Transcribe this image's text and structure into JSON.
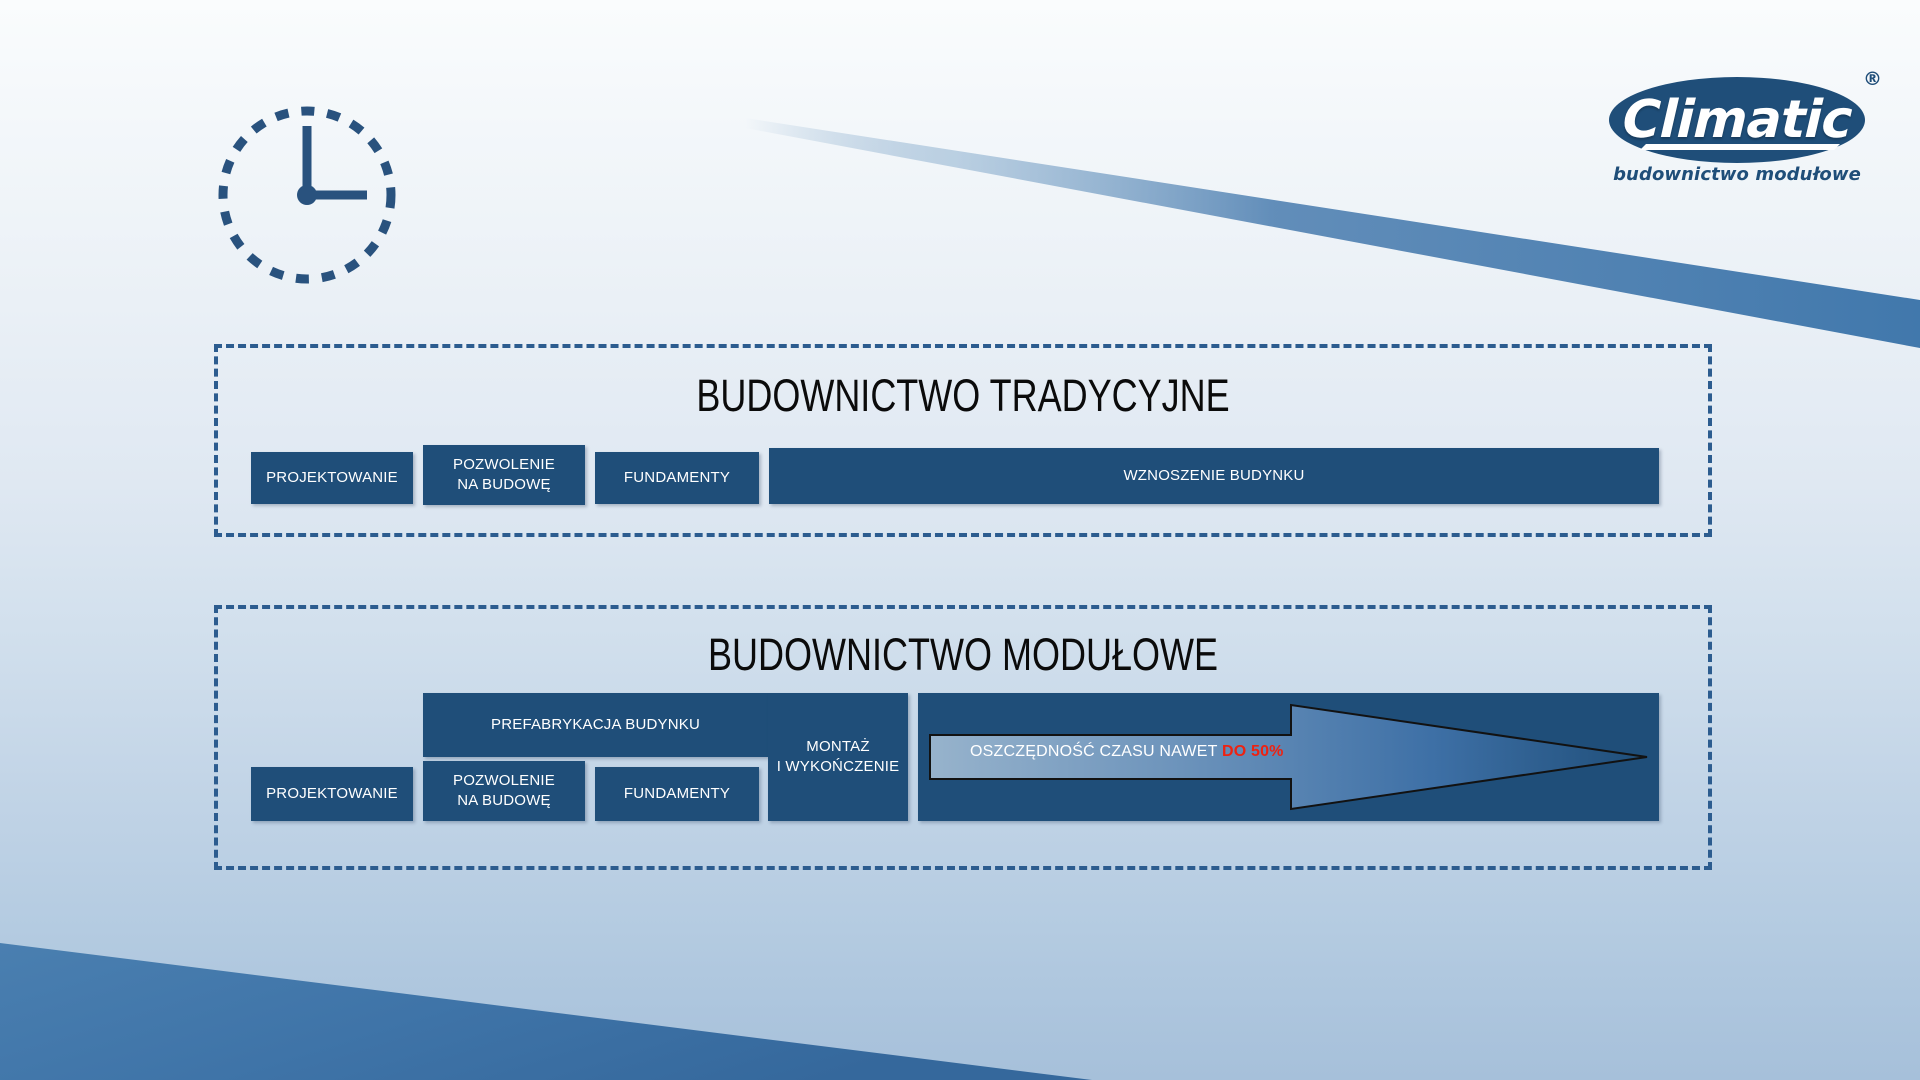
{
  "brand": {
    "logo_word": "Climatic",
    "logo_registered": "®",
    "logo_tagline": "budownictwo modułowe",
    "logo_color": "#1f4e79",
    "logo_text_color": "#ffffff"
  },
  "icons": {
    "clock": "clock-icon",
    "arrow": "right-arrow-icon"
  },
  "sections": [
    {
      "id": "traditional",
      "title": "BUDOWNICTWO TRADYCYJNE",
      "phases": [
        {
          "label": "PROJEKTOWANIE"
        },
        {
          "label_line1": "POZWOLENIE",
          "label_line2": "NA BUDOWĘ"
        },
        {
          "label": "FUNDAMENTY"
        },
        {
          "label": "WZNOSZENIE BUDYNKU"
        }
      ]
    },
    {
      "id": "modular",
      "title": "BUDOWNICTWO MODUŁOWE",
      "phases": [
        {
          "label": "PREFABRYKACJA BUDYNKU"
        },
        {
          "label": "PROJEKTOWANIE"
        },
        {
          "label_line1": "POZWOLENIE",
          "label_line2": "NA BUDOWĘ"
        },
        {
          "label": "FUNDAMENTY"
        },
        {
          "label_line1": "MONTAŻ",
          "label_line2": "I WYKOŃCZENIE"
        }
      ],
      "callout": {
        "text": "OSZCZĘDNOŚĆ CZASU NAWET ",
        "highlight": "DO 50%",
        "highlight_color": "#ee2211"
      }
    }
  ],
  "theme": {
    "box_fill": "#1f4e79",
    "dash_border": "#2c5c8f",
    "band_blue": "#4178ac",
    "title_color": "#0b0b0b"
  }
}
